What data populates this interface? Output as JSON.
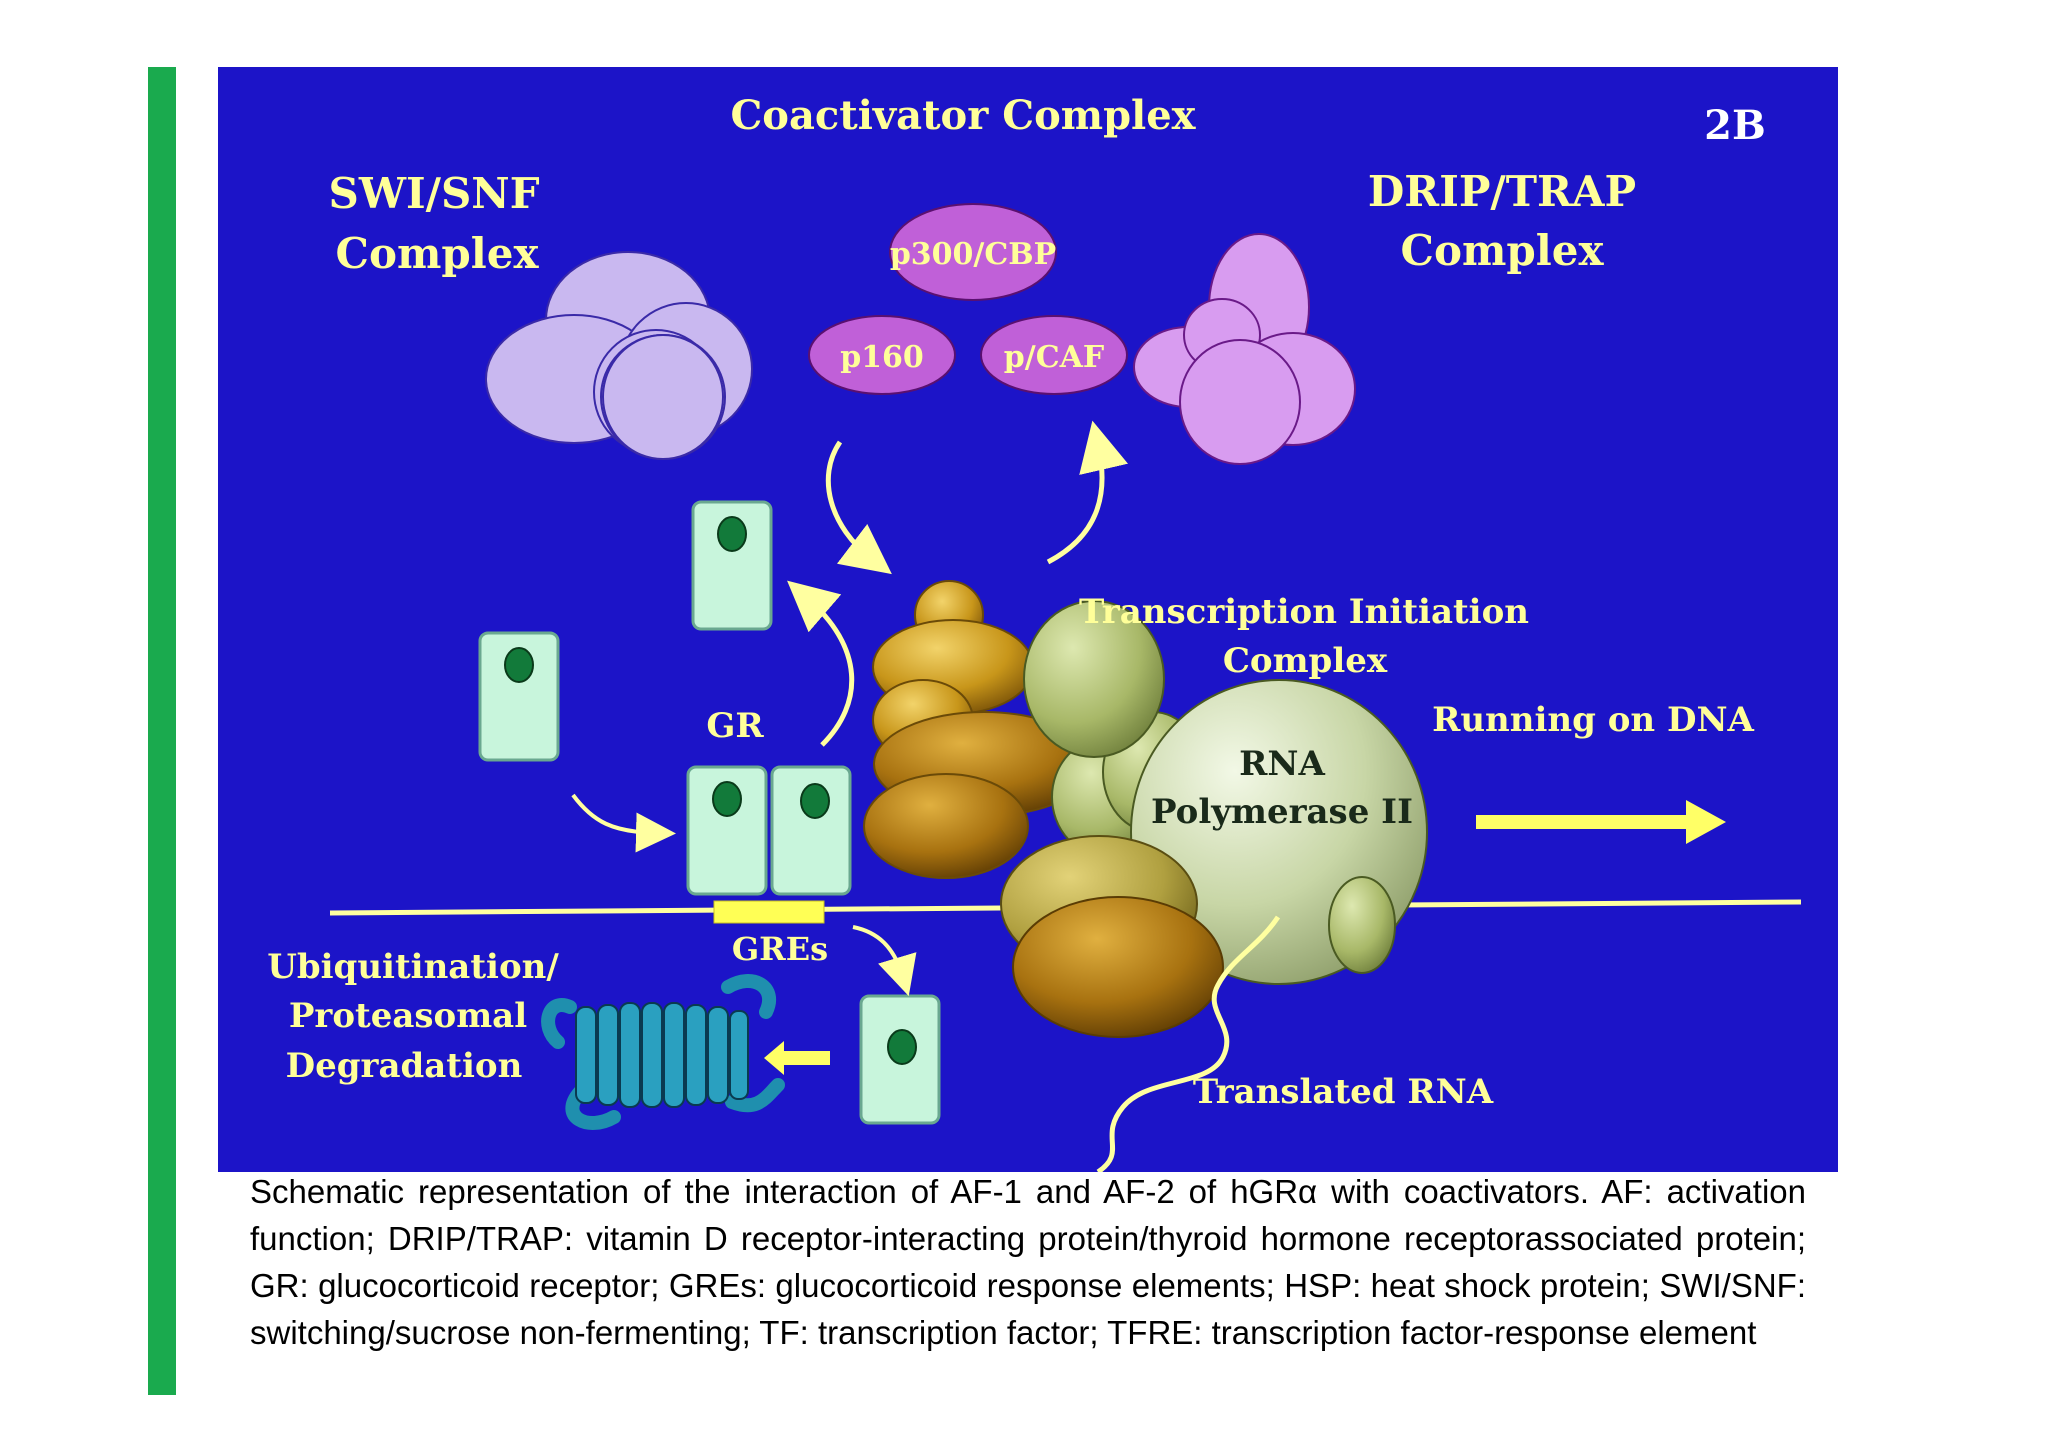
{
  "figure": {
    "panel_label": "2B",
    "title": "Coactivator Complex",
    "swi_snf": {
      "line1": "SWI/SNF",
      "line2": "Complex"
    },
    "drip_trap": {
      "line1": "DRIP/TRAP",
      "line2": "Complex"
    },
    "coactivators": {
      "p300": "p300/CBP",
      "p160": "p160",
      "pcaf": "p/CAF"
    },
    "tic": {
      "line1": "Transcription Initiation",
      "line2": "Complex"
    },
    "rna_pol": {
      "line1": "RNA",
      "line2": "Polymerase II"
    },
    "running": "Running on  DNA",
    "gr": "GR",
    "gres": "GREs",
    "ubiquitination": {
      "line1": "Ubiquitination/",
      "line2": "Proteasomal",
      "line3": "Degradation"
    },
    "translated_rna": "Translated RNA",
    "colors": {
      "background": "#1c14c8",
      "label": "#ffff99",
      "gr_cell": "#c8f5dc",
      "swi": "#c9b8f0",
      "drip": "#d89cf0",
      "coact": "#c060d8",
      "gold": "#c89a1a",
      "pol": "#c8d6a6",
      "green_bar": "#1aaa4e"
    }
  },
  "caption": "Schematic representation of the interaction of AF-1 and AF-2 of hGRα with coactivators. AF: activation  function; DRIP/TRAP: vitamin D receptor-interacting protein/thyroid hormone receptorassociated protein; GR: glucocorticoid receptor; GREs: glucocorticoid response elements; HSP: heat shock protein; SWI/SNF: switching/sucrose non-fermenting; TF: transcription  factor; TFRE: transcription factor-response element"
}
